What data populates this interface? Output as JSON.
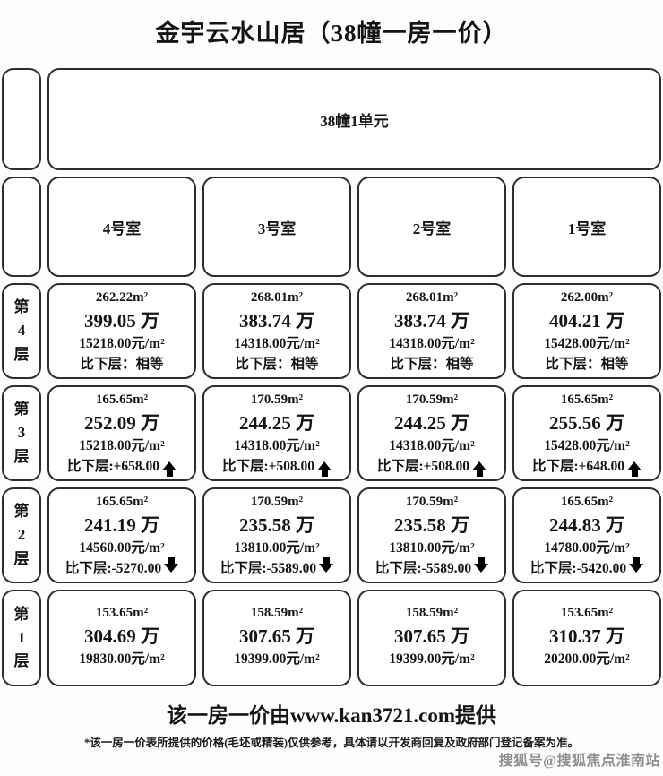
{
  "title": "金宇云水山居（38幢一房一价）",
  "table": {
    "unit_header": "38幢1单元",
    "room_headers": [
      "4号室",
      "3号室",
      "2号室",
      "1号室"
    ],
    "floors": [
      {
        "label": "第4层",
        "cells": [
          {
            "area": "262.22m²",
            "price": "399.05 万",
            "unit_price": "15218.00元/m²",
            "compare": "比下层：相等",
            "trend_class": "trend-arrow hide"
          },
          {
            "area": "268.01m²",
            "price": "383.74 万",
            "unit_price": "14318.00元/m²",
            "compare": "比下层：相等",
            "trend_class": "trend-arrow hide"
          },
          {
            "area": "268.01m²",
            "price": "383.74 万",
            "unit_price": "14318.00元/m²",
            "compare": "比下层：相等",
            "trend_class": "trend-arrow hide"
          },
          {
            "area": "262.00m²",
            "price": "404.21 万",
            "unit_price": "15428.00元/m²",
            "compare": "比下层：相等",
            "trend_class": "trend-arrow hide"
          }
        ]
      },
      {
        "label": "第3层",
        "cells": [
          {
            "area": "165.65m²",
            "price": "252.09 万",
            "unit_price": "15218.00元/m²",
            "compare": "比下层:+658.00",
            "trend_class": "trend-arrow up"
          },
          {
            "area": "170.59m²",
            "price": "244.25 万",
            "unit_price": "14318.00元/m²",
            "compare": "比下层:+508.00",
            "trend_class": "trend-arrow up"
          },
          {
            "area": "170.59m²",
            "price": "244.25 万",
            "unit_price": "14318.00元/m²",
            "compare": "比下层:+508.00",
            "trend_class": "trend-arrow up"
          },
          {
            "area": "165.65m²",
            "price": "255.56 万",
            "unit_price": "15428.00元/m²",
            "compare": "比下层:+648.00",
            "trend_class": "trend-arrow up"
          }
        ]
      },
      {
        "label": "第2层",
        "cells": [
          {
            "area": "165.65m²",
            "price": "241.19 万",
            "unit_price": "14560.00元/m²",
            "compare": "比下层:-5270.00",
            "trend_class": "trend-arrow down"
          },
          {
            "area": "170.59m²",
            "price": "235.58 万",
            "unit_price": "13810.00元/m²",
            "compare": "比下层:-5589.00",
            "trend_class": "trend-arrow down"
          },
          {
            "area": "170.59m²",
            "price": "235.58 万",
            "unit_price": "13810.00元/m²",
            "compare": "比下层:-5589.00",
            "trend_class": "trend-arrow down"
          },
          {
            "area": "165.65m²",
            "price": "244.83 万",
            "unit_price": "14780.00元/m²",
            "compare": "比下层:-5420.00",
            "trend_class": "trend-arrow down"
          }
        ]
      },
      {
        "label": "第1层",
        "cells": [
          {
            "area": "153.65m²",
            "price": "304.69 万",
            "unit_price": "19830.00元/m²",
            "compare": "",
            "trend_class": "trend-arrow hide"
          },
          {
            "area": "158.59m²",
            "price": "307.65 万",
            "unit_price": "19399.00元/m²",
            "compare": "",
            "trend_class": "trend-arrow hide"
          },
          {
            "area": "158.59m²",
            "price": "307.65 万",
            "unit_price": "19399.00元/m²",
            "compare": "",
            "trend_class": "trend-arrow hide"
          },
          {
            "area": "153.65m²",
            "price": "310.37 万",
            "unit_price": "20200.00元/m²",
            "compare": "",
            "trend_class": "trend-arrow hide"
          }
        ]
      }
    ]
  },
  "footer": {
    "source": "该一房一价由www.kan3721.com提供",
    "disclaimer": "*该一房一价表所提供的价格(毛坯或精装)仅供参考，具体请以开发商回复及政府部门登记备案为准。"
  },
  "watermark": "搜狐号@搜狐焦点淮南站"
}
